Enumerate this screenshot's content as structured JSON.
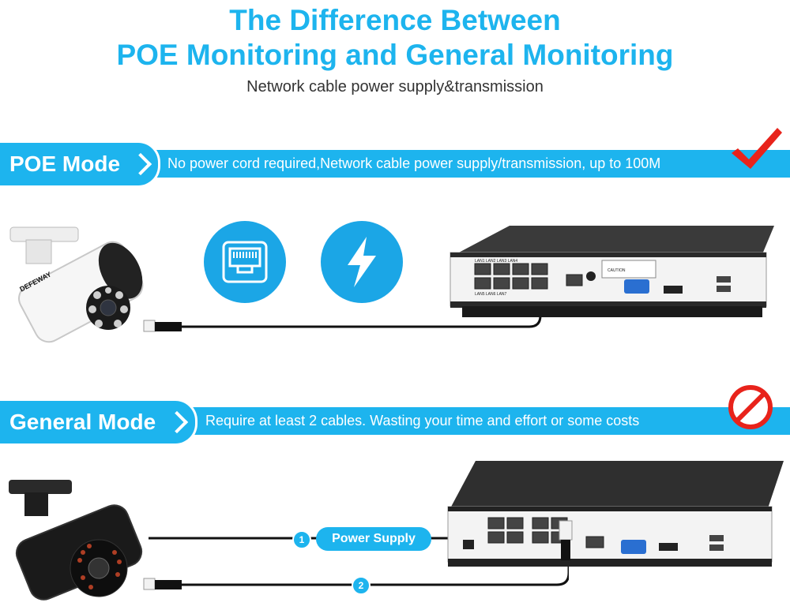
{
  "header": {
    "title_line1": "The Difference Between",
    "title_line2": "POE Monitoring and General Monitoring",
    "subtitle": "Network cable power supply&transmission"
  },
  "poe": {
    "mode_label": "POE Mode",
    "description": "No power cord required,Network cable power supply/transmission, up to 100M",
    "status_icon": "red-checkmark-icon",
    "camera_brand": "DEFEWAY",
    "icons": [
      "ethernet-port-icon",
      "lightning-bolt-icon"
    ]
  },
  "general": {
    "mode_label": "General Mode",
    "description": "Require at least 2 cables. Wasting your time and effort or some costs",
    "status_icon": "prohibited-icon",
    "power_label": "Power Supply",
    "cable1_number": "1",
    "cable2_number": "2"
  },
  "colors": {
    "accent": "#1db4ee",
    "check_red": "#e8231b",
    "nvr_body": "#2a2a2a"
  }
}
